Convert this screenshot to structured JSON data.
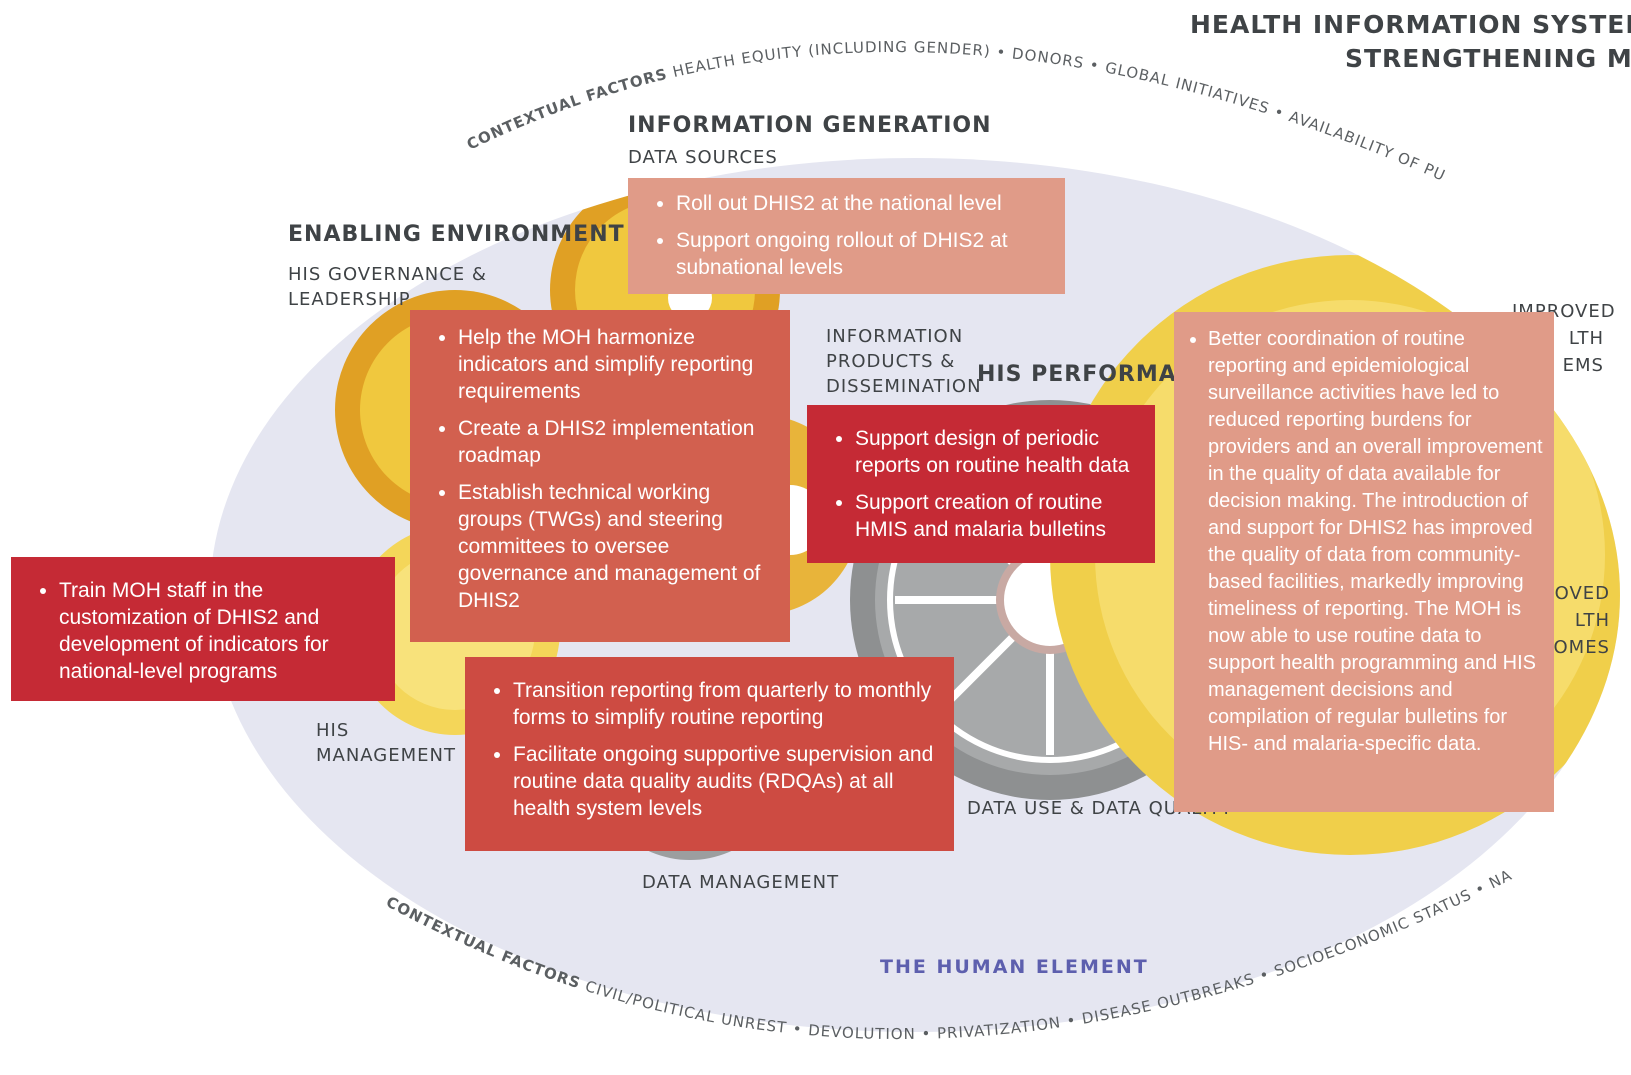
{
  "title": {
    "line1": "HEALTH INFORMATION SYSTEM (HIS",
    "line2": "STRENGTHENING MODE"
  },
  "contextual": {
    "top_label": "CONTEXTUAL FACTORS",
    "top_factors": "HEALTH EQUITY (INCLUDING GENDER) • DONORS • GLOBAL INITIATIVES • AVAILABILITY OF PUBLIC UTILITIES",
    "bottom_label": "CONTEXTUAL FACTORS",
    "bottom_factors": "CIVIL/POLITICAL UNREST • DEVOLUTION • PRIVATIZATION • DISEASE OUTBREAKS • SOCIOECONOMIC STATUS • NATURAL DISASTERS"
  },
  "sections": {
    "information_generation": "INFORMATION GENERATION",
    "data_sources": "DATA SOURCES",
    "enabling_environment": "ENABLING ENVIRONMENT",
    "his_governance": [
      "HIS GOVERNANCE &",
      "LEADERSHIP"
    ],
    "information_products": [
      "INFORMATION",
      "PRODUCTS &",
      "DISSEMINATION"
    ],
    "his_performance": "HIS PERFORMANCE",
    "improved_health_systems": [
      "IMPROVED",
      "LTH",
      "EMS"
    ],
    "improved_health_outcomes": [
      "ROVED",
      "LTH",
      "COMES"
    ],
    "his_management": [
      "HIS",
      "MANAGEMENT"
    ],
    "data_use": "DATA USE & DATA QUALITY",
    "data_management": "DATA MANAGEMENT",
    "human_element": "THE HUMAN ELEMENT"
  },
  "boxes": {
    "data_sources": [
      "Roll out DHIS2 at the national level",
      "Support ongoing rollout of DHIS2 at subnational levels"
    ],
    "governance": [
      "Help the MOH harmonize indicators and simplify reporting requirements",
      "Create a DHIS2 implementation roadmap",
      "Establish technical working groups (TWGs) and steering committees to oversee governance and management of DHIS2"
    ],
    "products": [
      "Support design of periodic reports on routine health data",
      "Support creation of routine HMIS and malaria bulletins"
    ],
    "management": [
      "Train MOH staff in the customization of DHIS2 and development of indicators for national-level programs"
    ],
    "data_management": [
      "Transition reporting from quarterly to monthly forms to simplify routine reporting",
      "Facilitate ongoing supportive supervision and routine data quality audits (RDQAs) at all health system levels"
    ],
    "outcomes": [
      "Better coordination of routine reporting and epidemiological surveillance activities have led to reduced reporting burdens for providers and an overall improvement in the quality of data available for decision making. The introduction of and support for DHIS2 has improved the quality of data from community-based facilities, markedly improving timeliness of reporting. The MOH is now able to use routine data to support health programming and HIS management decisions and compilation of regular bulletins for HIS- and malaria-specific data."
    ]
  },
  "colors": {
    "oval": "#e5e6f1",
    "gear_yellow": "#f0cf4a",
    "gear_orange": "#e0a024",
    "gear_gray": "#8e9091",
    "box_salmon": "#e09b88",
    "box_coral": "#d2604f",
    "box_red": "#c52a35",
    "human_element": "#5d5fae"
  }
}
